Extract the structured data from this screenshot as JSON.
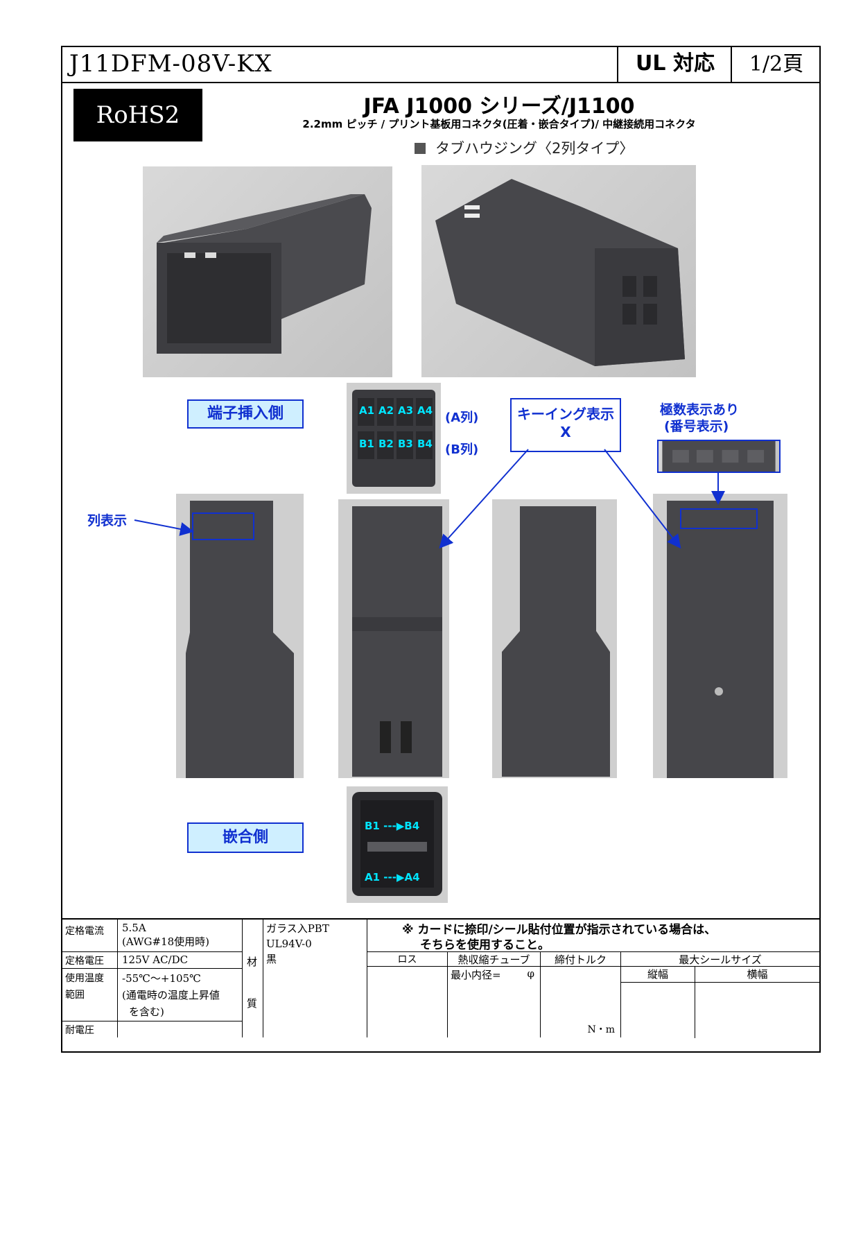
{
  "header": {
    "part_number": "J11DFM-08V-KX",
    "ul_label": "UL 対応",
    "page_label": "1/2頁"
  },
  "badge": "RoHS2",
  "title": "JFA J1000 シリーズ/J1100",
  "subtitle": "2.2mm ピッチ / プリント基板用コネクタ(圧着・嵌合タイプ)/ 中継接続用コネクタ",
  "product_type": "タブハウジング〈2列タイプ〉",
  "callouts": {
    "terminal_side": "端子挿入側",
    "mating_side": "嵌合側",
    "keying_line1": "キーイング表示",
    "keying_line2": "X",
    "pole_line1": "極数表示あり",
    "pole_line2": "(番号表示)",
    "row_indicator": "列表示",
    "row_a": "(A列)",
    "row_b": "(B列)"
  },
  "pin_labels": {
    "row_a": [
      "A1",
      "A2",
      "A3",
      "A4"
    ],
    "row_b": [
      "B1",
      "B2",
      "B3",
      "B4"
    ],
    "mating_top": "B1 ---▶B4",
    "mating_bottom": "A1 ---▶A4"
  },
  "note": {
    "line1": "※ カードに捺印/シール貼付位置が指示されている場合は、",
    "line2": "そちらを使用すること。"
  },
  "spec": {
    "rated_current_label": "定格電流",
    "rated_current_value1": "5.5A",
    "rated_current_value2": "(AWG#18使用時)",
    "rated_voltage_label": "定格電圧",
    "rated_voltage_value": "125V AC/DC",
    "temp_label1": "使用温度",
    "temp_label2": "範囲",
    "temp_value1": "-55℃～+105℃",
    "temp_value2": "(通電時の温度上昇値",
    "temp_value3": "を含む)",
    "withstand_label": "耐電圧",
    "material_label1": "材",
    "material_label2": "質",
    "material_value1": "ガラス入PBT",
    "material_value2": "UL94V-0",
    "material_value3": "黒",
    "col_lot": "ロス",
    "col_tube": "熱収縮チューブ",
    "tube_min": "最小内径=",
    "tube_phi": "φ",
    "col_torque": "締付トルク",
    "torque_unit": "N・m",
    "col_seal": "最大シールサイズ",
    "seal_h": "縦幅",
    "seal_w": "横幅"
  }
}
